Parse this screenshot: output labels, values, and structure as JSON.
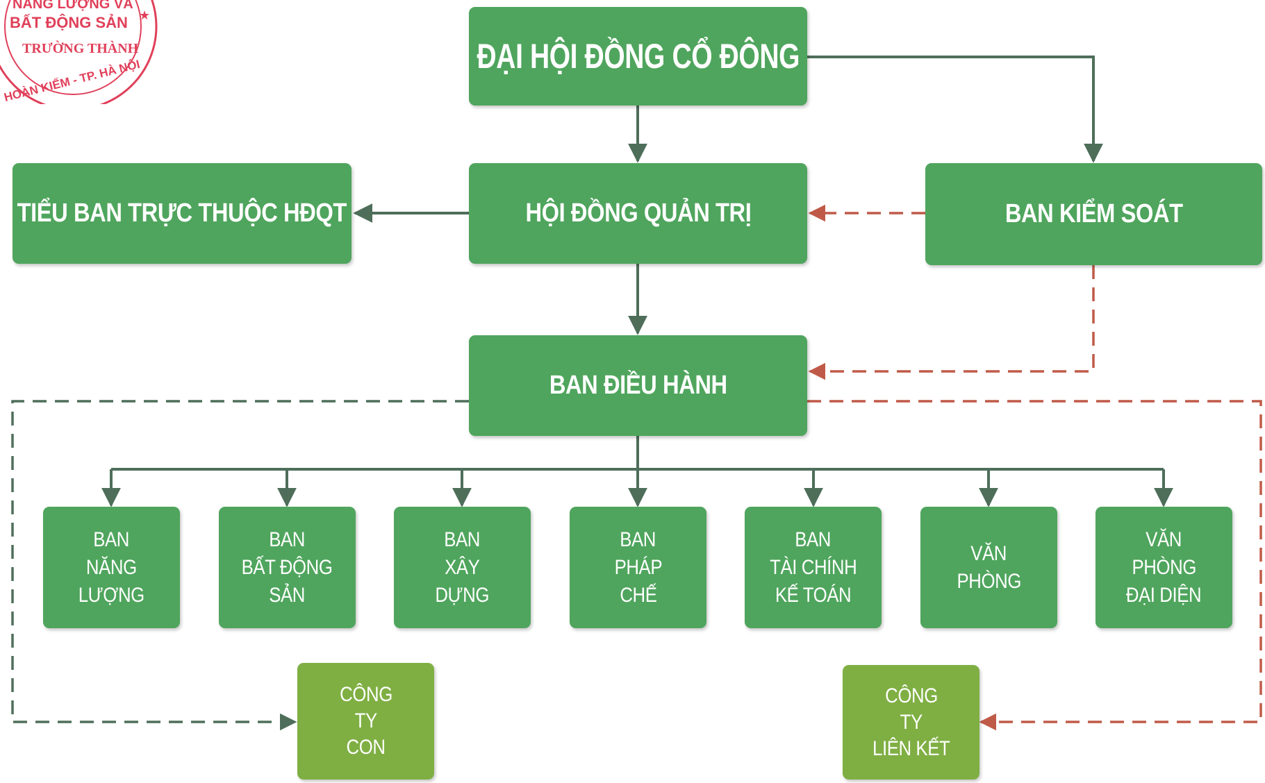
{
  "stamp": {
    "lines": [
      "NĂNG LƯỢNG VÀ",
      "BẤT ĐỘNG SẢN",
      "TRƯỜNG THÀNH",
      "HOÀN KIẾM - TP. HÀ NỘI"
    ],
    "color": "#e0405a"
  },
  "nodes": {
    "shareholders": "ĐẠI HỘI ĐỒNG CỔ ĐÔNG",
    "board": "HỘI ĐỒNG QUẢN TRỊ",
    "subcommittee": "TIỂU BAN TRỰC THUỘC HĐQT",
    "supervisory": "BAN KIỂM SOÁT",
    "executive": "BAN ĐIỀU HÀNH"
  },
  "departments": [
    {
      "lines": [
        "BAN",
        "NĂNG",
        "LƯỢNG"
      ]
    },
    {
      "lines": [
        "BAN",
        "BẤT ĐỘNG",
        "SẢN"
      ]
    },
    {
      "lines": [
        "BAN",
        "XÂY",
        "DỰNG"
      ]
    },
    {
      "lines": [
        "BAN",
        "PHÁP",
        "CHẾ"
      ]
    },
    {
      "lines": [
        "BAN",
        "TÀI CHÍNH",
        "KẾ TOÁN"
      ]
    },
    {
      "lines": [
        "VĂN",
        "PHÒNG"
      ]
    },
    {
      "lines": [
        "VĂN",
        "PHÒNG",
        "ĐẠI DIỆN"
      ]
    }
  ],
  "companies": {
    "subsidiary": [
      "CÔNG",
      "TY",
      "CON"
    ],
    "associate": [
      "CÔNG",
      "TY",
      "LIÊN KẾT"
    ]
  },
  "colors": {
    "box": "#4fa55d",
    "company_box": "#7faf43",
    "solid_line": "#4e6e5a",
    "dashed_green": "#4e6e5a",
    "dashed_red": "#c05a48"
  }
}
